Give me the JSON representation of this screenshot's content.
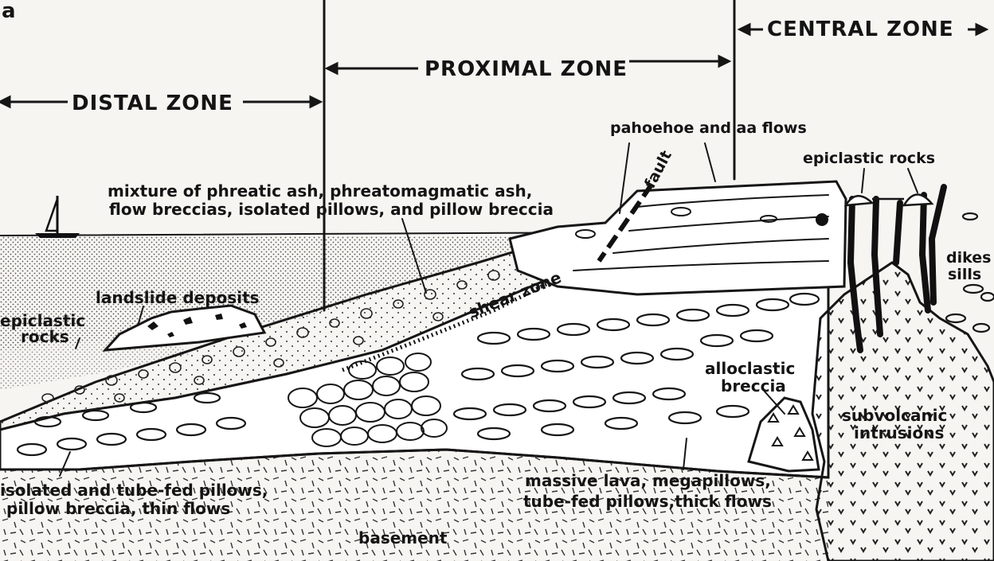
{
  "figure_letter": "a",
  "zones": {
    "distal": "DISTAL ZONE",
    "proximal": "PROXIMAL ZONE",
    "central": "CENTRAL ZONE"
  },
  "labels": {
    "pahoehoe": "pahoehoe and aa flows",
    "epiclastic_top": "epiclastic rocks",
    "fault": "fault",
    "mixture_line1": "mixture of phreatic ash, phreatomagmatic ash,",
    "mixture_line2": "flow breccias, isolated pillows, and pillow breccia",
    "dikes": "dikes",
    "sills": "sills",
    "landslide": "landslide deposits",
    "shear_zone": "shear zone",
    "epiclastic_left_1": "epiclastic",
    "epiclastic_left_2": "rocks",
    "alloclastic_1": "alloclastic",
    "alloclastic_2": "breccia",
    "subvolcanic_1": "subvolcanic",
    "subvolcanic_2": "intrusions",
    "pillows_line1": "isolated and tube-fed pillows,",
    "pillows_line2": "pillow breccia, thin flows",
    "massive_line1": "massive lava, megapillows,",
    "massive_line2": "tube-fed pillows,thick flows",
    "basement": "basement"
  }
}
